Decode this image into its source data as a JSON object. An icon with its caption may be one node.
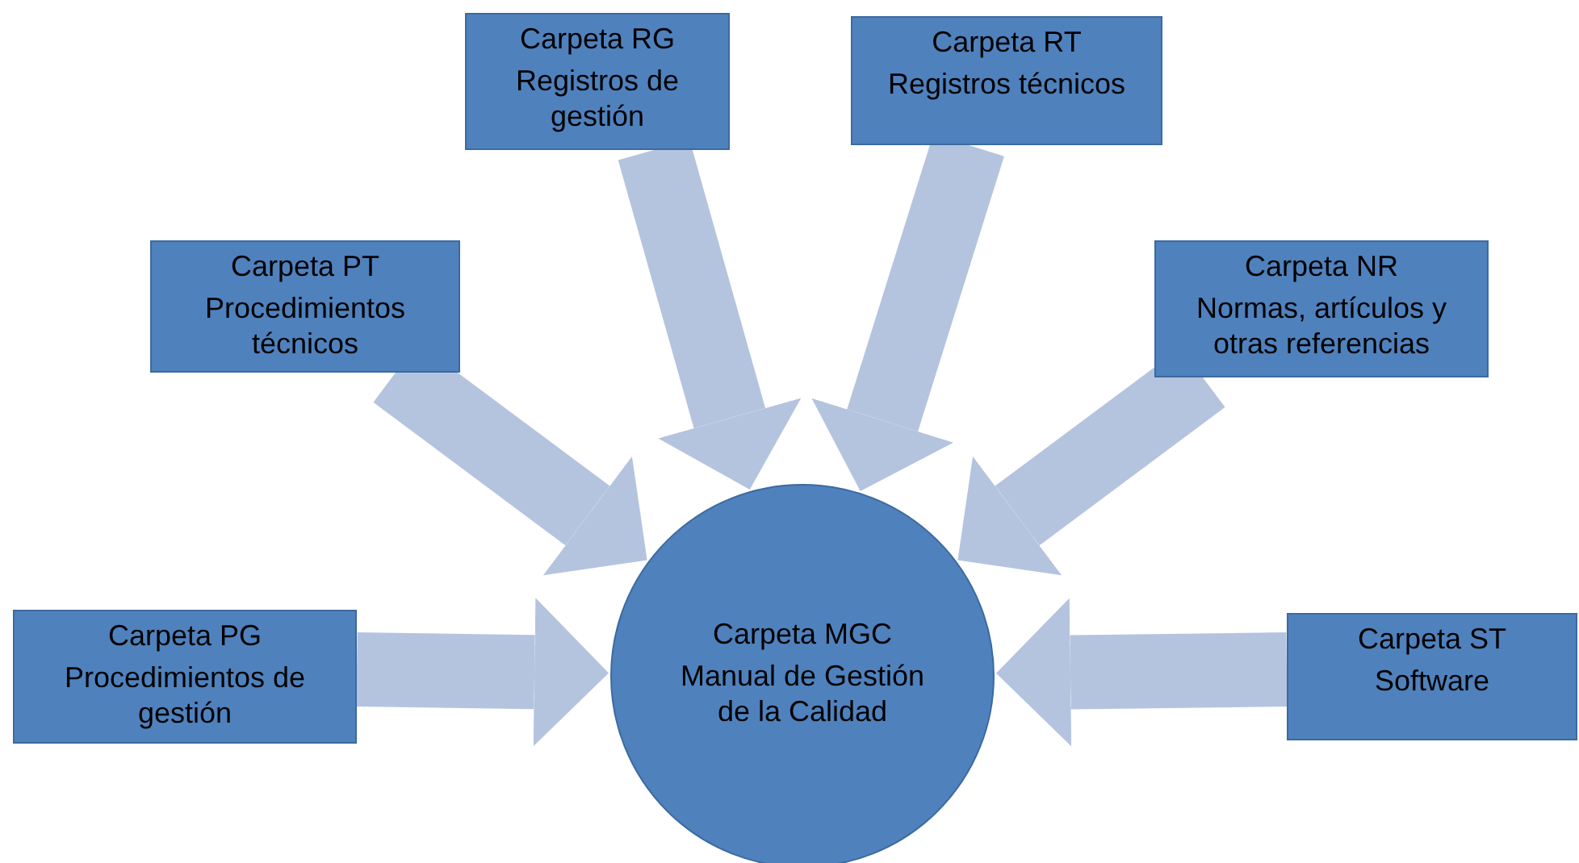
{
  "diagram": {
    "nodes": [
      {
        "text": [
          "Carpeta RG",
          "Registros de gestión"
        ]
      },
      {
        "text": [
          "Carpeta RT",
          "Registros técnicos"
        ]
      },
      {
        "text": [
          "Carpeta PT",
          "Procedimientos técnicos"
        ]
      },
      {
        "text": [
          "Carpeta NR",
          "Normas, artículos y otras referencias"
        ]
      },
      {
        "text": [
          "Carpeta PG",
          "Procedimientos de gestión"
        ]
      },
      {
        "text": [
          "Carpeta MGC",
          "Manual de Gestión de la Calidad"
        ]
      },
      {
        "text": [
          "Carpeta ST",
          "Software"
        ]
      }
    ],
    "edges": [
      {
        "from": 0,
        "to": 5,
        "arrow": "to"
      },
      {
        "from": 1,
        "to": 5,
        "arrow": "to"
      },
      {
        "from": 2,
        "to": 5,
        "arrow": "to"
      },
      {
        "from": 3,
        "to": 5,
        "arrow": "to"
      },
      {
        "from": 4,
        "to": 5,
        "arrow": "to"
      },
      {
        "from": 6,
        "to": 5,
        "arrow": "to"
      }
    ]
  }
}
